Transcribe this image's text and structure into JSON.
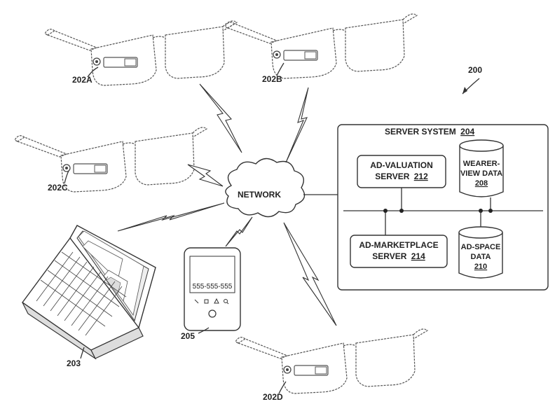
{
  "figure_number": "200",
  "network": {
    "label": "NETWORK"
  },
  "devices": {
    "glasses_a": "202A",
    "glasses_b": "202B",
    "glasses_c": "202C",
    "glasses_d": "202D",
    "laptop": "203",
    "phone": "205",
    "phone_number": "555-555-555"
  },
  "server_system": {
    "title": "SERVER SYSTEM",
    "ref": "204",
    "ad_valuation": {
      "line1": "AD-VALUATION",
      "line2": "SERVER",
      "ref": "212"
    },
    "ad_marketplace": {
      "line1": "AD-MARKETPLACE",
      "line2": "SERVER",
      "ref": "214"
    },
    "wearer_view": {
      "line1": "WEARER-",
      "line2": "VIEW DATA",
      "ref": "208"
    },
    "ad_space": {
      "line1": "AD-SPACE",
      "line2": "DATA",
      "ref": "210"
    }
  }
}
